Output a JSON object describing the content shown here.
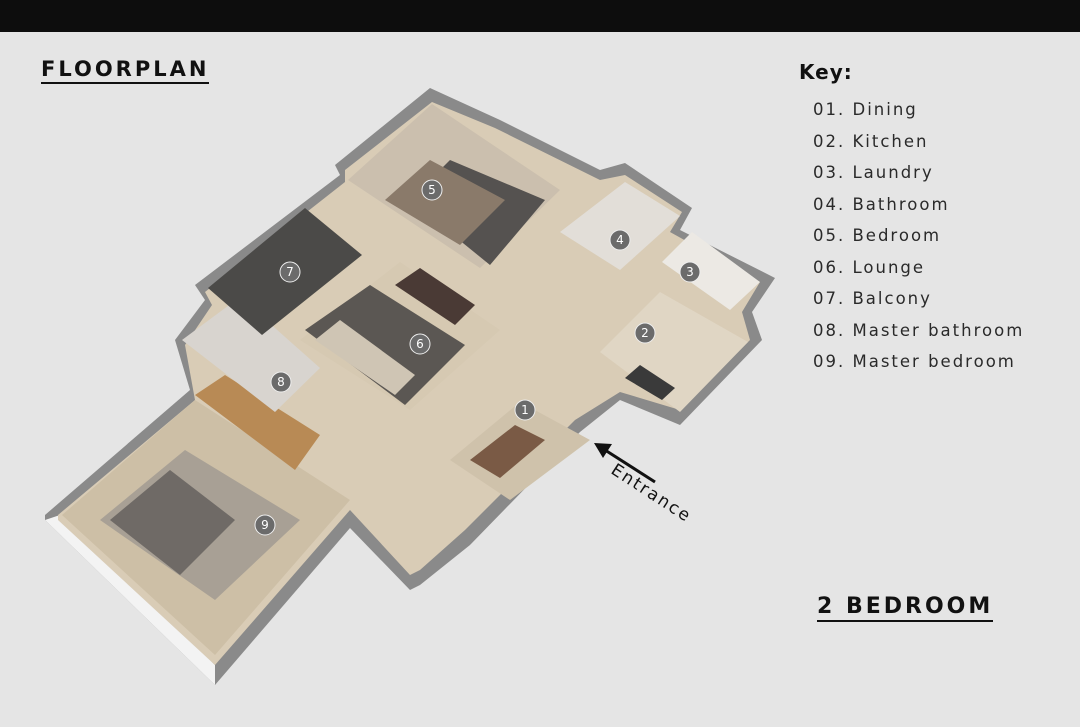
{
  "title": "FLOORPLAN",
  "subtitle": "2 BEDROOM",
  "key": {
    "heading": "Key:",
    "items": [
      "01. Dining",
      "02. Kitchen",
      "03. Laundry",
      "04. Bathroom",
      "05. Bedroom",
      "06. Lounge",
      "07. Balcony",
      "08. Master bathroom",
      "09. Master bedroom"
    ]
  },
  "markers": [
    "1",
    "2",
    "3",
    "4",
    "5",
    "6",
    "7",
    "8",
    "9"
  ],
  "entrance_label": "Entrance"
}
